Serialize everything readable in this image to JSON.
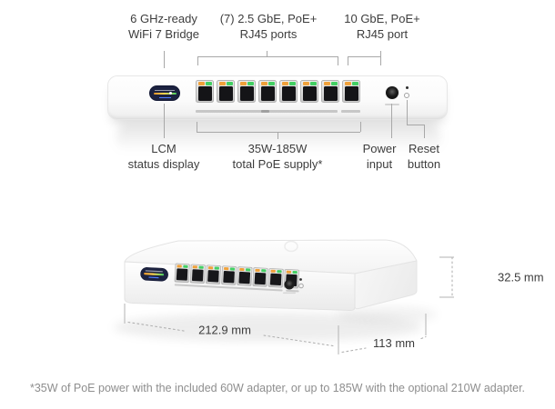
{
  "annotations": {
    "top": [
      {
        "id": "wifi-bridge",
        "lines": [
          "6 GHz-ready",
          "WiFi 7 Bridge"
        ]
      },
      {
        "id": "ports-25gbe",
        "lines": [
          "(7) 2.5 GbE, PoE+",
          "RJ45 ports"
        ]
      },
      {
        "id": "port-10gbe",
        "lines": [
          "10 GbE, PoE+",
          "RJ45 port"
        ]
      }
    ],
    "bottom": [
      {
        "id": "lcm",
        "lines": [
          "LCM",
          "status display"
        ]
      },
      {
        "id": "poe",
        "lines": [
          "35W-185W",
          "total PoE supply*"
        ]
      },
      {
        "id": "power",
        "lines": [
          "Power",
          "input"
        ]
      },
      {
        "id": "reset",
        "lines": [
          "Reset",
          "button"
        ]
      }
    ]
  },
  "dimensions": {
    "width": "212.9 mm",
    "depth": "113 mm",
    "height": "32.5 mm"
  },
  "footnote": "*35W of PoE power with the included 60W adapter, or up to 185W with the optional 210W adapter.",
  "device": {
    "port_count": 8,
    "ports": [
      {
        "left": "orange",
        "right": "green"
      },
      {
        "left": "orange",
        "right": "green"
      },
      {
        "left": "orange",
        "right": "green"
      },
      {
        "left": "orange",
        "right": "green"
      },
      {
        "left": "orange",
        "right": "green"
      },
      {
        "left": "orange",
        "right": "green"
      },
      {
        "left": "orange",
        "right": "green"
      },
      {
        "left": "orange",
        "right": "green"
      }
    ],
    "led_colors": {
      "orange": "#f0a13a",
      "green": "#43cf63"
    },
    "body_color": "#ffffff",
    "lcm_color": "#1c2240"
  }
}
